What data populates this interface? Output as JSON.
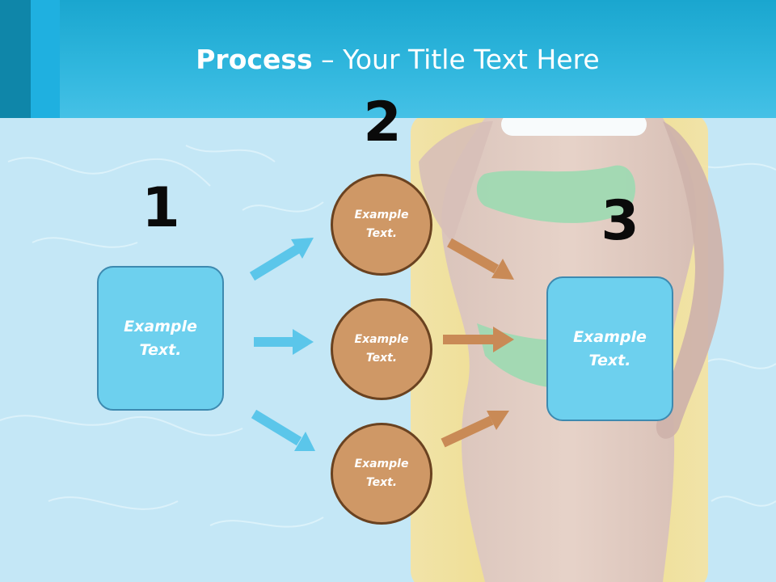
{
  "title": {
    "bold": "Process",
    "rest": " – Your Title Text Here"
  },
  "steps": [
    {
      "number": "1",
      "boxes": [
        "Example\nText."
      ]
    },
    {
      "number": "2",
      "circles": [
        "Example\nText.",
        "Example\nText.",
        "Example\nText."
      ]
    },
    {
      "number": "3",
      "boxes": [
        "Example\nText."
      ]
    }
  ],
  "colors": {
    "header": "#2fb6dd",
    "box_fill": "#6dd0ee",
    "box_border": "#3d8ab0",
    "circle_fill": "#cf9866",
    "circle_border": "#6a4220",
    "arrow_blue": "#5bc6ea",
    "arrow_brown": "#c98a56"
  }
}
